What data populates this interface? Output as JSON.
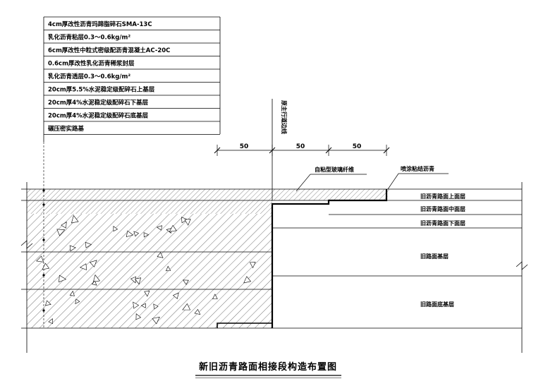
{
  "drawing": {
    "title": "新旧沥青路面相接段构造布置图",
    "new_pavement_layers": [
      "4cm厚改性沥青玛蹄脂碎石SMA-13C",
      "乳化沥青粘层0.3～0.6kg/m²",
      "6cm厚改性中粒式密级配沥青混凝土AC-20C",
      "0.6cm厚改性乳化沥青稀浆封层",
      "乳化沥青透层0.3～0.6kg/m²",
      "20cm厚5.5%水泥稳定级配碎石上基层",
      "20cm厚4%水泥稳定级配碎石下基层",
      "20cm厚4%水泥稳定级配碎石底基层",
      "碾压密实路基"
    ],
    "old_pavement_layers": [
      "旧沥青路面上面层",
      "旧沥青路面中面层",
      "旧沥青路面下面层",
      "旧路面基层",
      "旧路面底基层"
    ],
    "dimensions": [
      "50",
      "50",
      "50"
    ],
    "annotations": {
      "lane_line": "原主行道边线",
      "geogrid": "自粘型玻璃纤维",
      "tack_coat": "喷涂粘结沥青"
    },
    "colors": {
      "line": "#000000",
      "background": "#ffffff"
    }
  }
}
